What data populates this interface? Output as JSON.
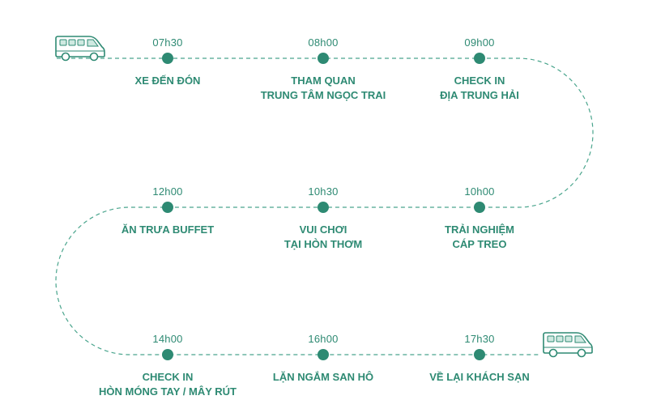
{
  "colors": {
    "accent": "#2e8a73",
    "route": "#4aa58d",
    "van_window": "#cfe9e1"
  },
  "icons": {
    "start": "van-icon",
    "end": "van-icon"
  },
  "stops": [
    {
      "time": "07h30",
      "lines": [
        "XE ĐẾN ĐÓN"
      ]
    },
    {
      "time": "08h00",
      "lines": [
        "THAM QUAN",
        "TRUNG TÂM NGỌC TRAI"
      ]
    },
    {
      "time": "09h00",
      "lines": [
        "CHECK IN",
        "ĐỊA TRUNG HẢI"
      ]
    },
    {
      "time": "10h00",
      "lines": [
        "TRẢI NGHIỆM",
        "CÁP TREO"
      ]
    },
    {
      "time": "10h30",
      "lines": [
        "VUI CHƠI",
        "TẠI HÒN THƠM"
      ]
    },
    {
      "time": "12h00",
      "lines": [
        "ĂN TRƯA BUFFET"
      ]
    },
    {
      "time": "14h00",
      "lines": [
        "CHECK IN",
        "HÒN MÓNG TAY / MÂY RÚT"
      ]
    },
    {
      "time": "16h00",
      "lines": [
        "LẶN NGẮM SAN HÔ"
      ]
    },
    {
      "time": "17h30",
      "lines": [
        "VỀ LẠI KHÁCH SẠN"
      ]
    }
  ]
}
